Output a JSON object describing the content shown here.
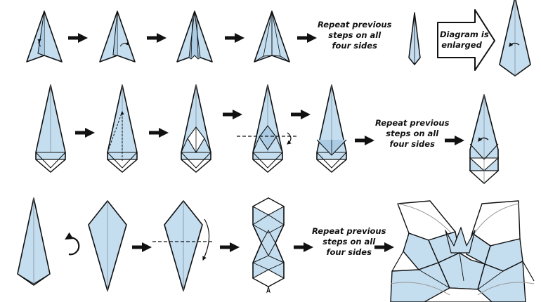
{
  "colors": {
    "paper": "#c4def0",
    "back": "#ffffff",
    "line": "#111111",
    "crease": "#7d8c99"
  },
  "notes": {
    "repeat_1": [
      "Repeat previous",
      "steps on all",
      "four sides"
    ],
    "repeat_2": [
      "Repeat previous",
      "steps on all",
      "four sides"
    ],
    "repeat_3": [
      "Repeat previous",
      "steps on all",
      "four sides"
    ],
    "enlarged": [
      "Diagram is",
      "enlarged"
    ]
  },
  "icons": {
    "step_arrow": "right-arrow-icon",
    "rotate": "rotate-arrow-icon",
    "fold": "curved-fold-arrow-icon",
    "turn_over": "turn-over-icon"
  }
}
